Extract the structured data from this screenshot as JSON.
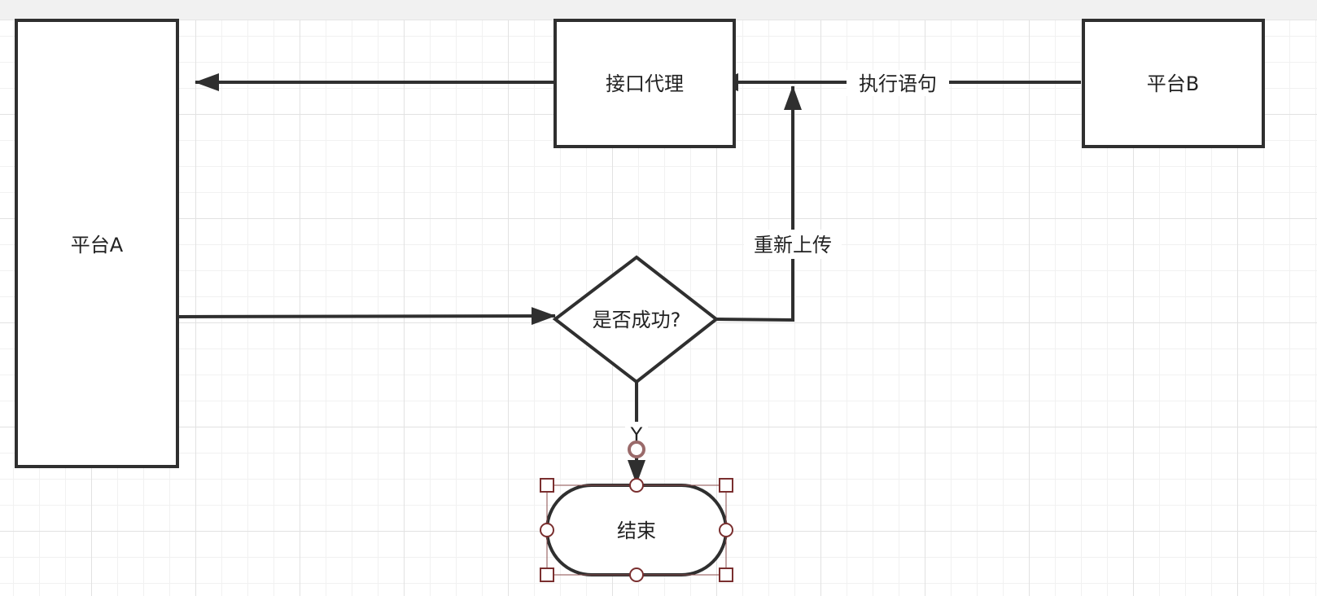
{
  "colors": {
    "stroke": "#2f2f2f",
    "selection": "#8a4b4b",
    "label_bg": "#ffffff"
  },
  "nodes": {
    "platform_a": {
      "label": "平台A"
    },
    "interface_proxy": {
      "label": "接口代理"
    },
    "platform_b": {
      "label": "平台B"
    },
    "decision": {
      "label": "是否成功?"
    },
    "end": {
      "label": "结束"
    }
  },
  "edges": {
    "execute_statement": {
      "label": "执行语句"
    },
    "reupload": {
      "label": "重新上传"
    },
    "yes": {
      "label": "Y"
    }
  }
}
